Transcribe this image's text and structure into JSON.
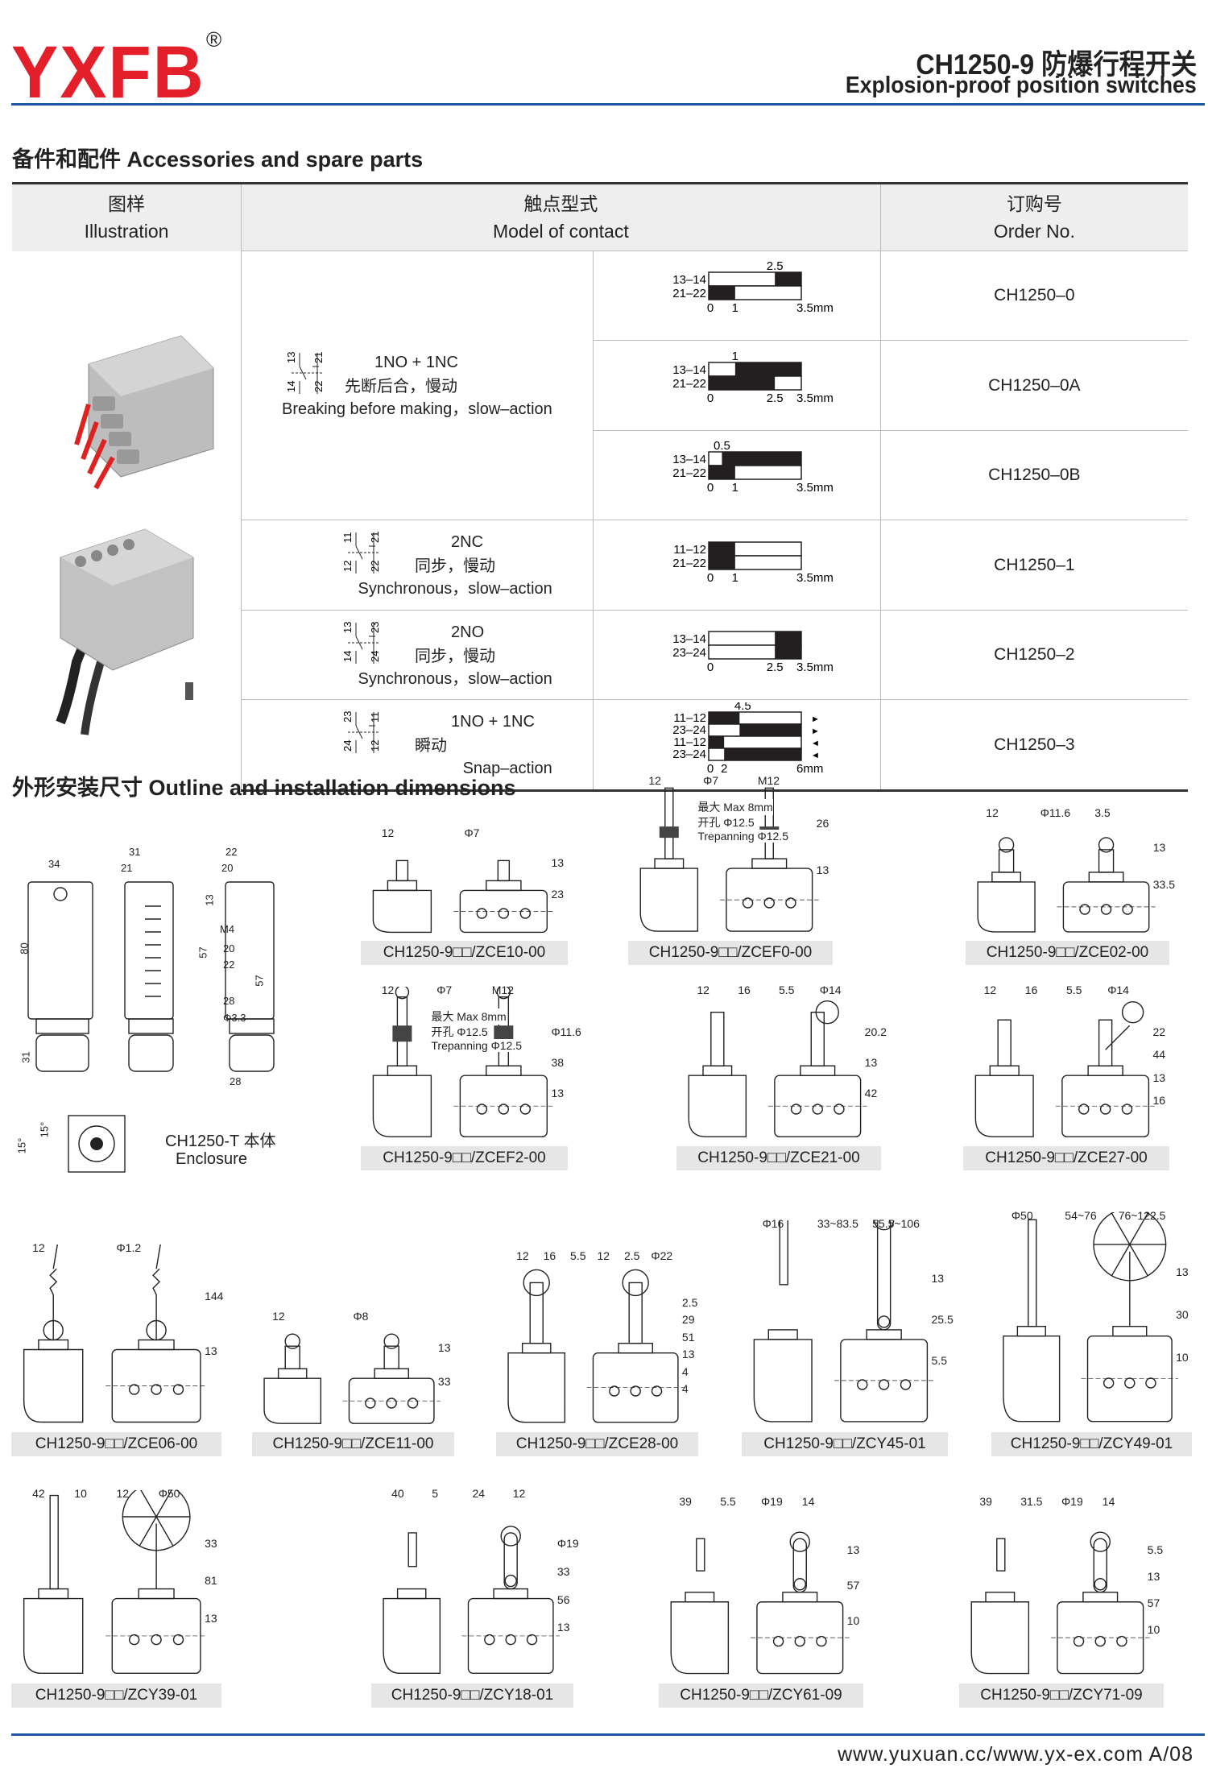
{
  "header": {
    "logo": "YXFB",
    "registered": "®",
    "title_cn": "CH1250-9  防爆行程开关",
    "title_en": "Explosion-proof position switches"
  },
  "accessories": {
    "title": "备件和配件  Accessories and spare parts",
    "columns": [
      {
        "cn": "图样",
        "en": "Illustration"
      },
      {
        "cn": "触点型式",
        "en": "Model of contact"
      },
      {
        "cn": "订购号",
        "en": "Order No."
      }
    ],
    "groups": [
      {
        "terminals": [
          "13",
          "21",
          "14",
          "22"
        ],
        "line1": "1NO + 1NC",
        "line2": "先断后合，慢动",
        "line3": "Breaking before making，slow–action"
      },
      {
        "terminals": [
          "11",
          "21",
          "12",
          "22"
        ],
        "line1": "2NC",
        "line2": "同步，慢动",
        "line3": "Synchronous，slow–action"
      },
      {
        "terminals": [
          "13",
          "23",
          "14",
          "24"
        ],
        "line1": "2NO",
        "line2": "同步，慢动",
        "line3": "Synchronous，slow–action"
      },
      {
        "terminals": [
          "23",
          "11",
          "24",
          "12"
        ],
        "line1": "1NO + 1NC",
        "line2": "瞬动",
        "line3": "Snap–action"
      }
    ],
    "rows": [
      {
        "order": "CH1250–0",
        "diagram": {
          "max": 3.5,
          "top": {
            "text": "2.5",
            "at": 2.5
          },
          "axis": [
            {
              "text": "0",
              "at": 0
            },
            {
              "text": "1",
              "at": 1
            },
            {
              "text": "3.5mm",
              "at": 3.5
            }
          ],
          "bars": [
            {
              "label": "13–14",
              "closed": [
                2.5,
                3.5
              ]
            },
            {
              "label": "21–22",
              "closed": [
                0,
                1
              ]
            }
          ]
        }
      },
      {
        "order": "CH1250–0A",
        "diagram": {
          "max": 3.5,
          "top": {
            "text": "1",
            "at": 1
          },
          "axis": [
            {
              "text": "0",
              "at": 0
            },
            {
              "text": "2.5",
              "at": 2.5
            },
            {
              "text": "3.5mm",
              "at": 3.5
            }
          ],
          "bars": [
            {
              "label": "13–14",
              "closed": [
                1,
                3.5
              ]
            },
            {
              "label": "21–22",
              "closed": [
                0,
                2.5
              ]
            }
          ]
        }
      },
      {
        "order": "CH1250–0B",
        "diagram": {
          "max": 3.5,
          "top": {
            "text": "0.5",
            "at": 0.5
          },
          "axis": [
            {
              "text": "0",
              "at": 0
            },
            {
              "text": "1",
              "at": 1
            },
            {
              "text": "3.5mm",
              "at": 3.5
            }
          ],
          "bars": [
            {
              "label": "13–14",
              "closed": [
                0.5,
                3.5
              ]
            },
            {
              "label": "21–22",
              "closed": [
                0,
                1
              ]
            }
          ]
        }
      },
      {
        "order": "CH1250–1",
        "diagram": {
          "max": 3.5,
          "axis": [
            {
              "text": "0",
              "at": 0
            },
            {
              "text": "1",
              "at": 1
            },
            {
              "text": "3.5mm",
              "at": 3.5
            }
          ],
          "bars": [
            {
              "label": "11–12",
              "closed": [
                0,
                1
              ]
            },
            {
              "label": "21–22",
              "closed": [
                0,
                1
              ]
            }
          ]
        }
      },
      {
        "order": "CH1250–2",
        "diagram": {
          "max": 3.5,
          "axis": [
            {
              "text": "0",
              "at": 0
            },
            {
              "text": "2.5",
              "at": 2.5
            },
            {
              "text": "3.5mm",
              "at": 3.5
            }
          ],
          "bars": [
            {
              "label": "13–14",
              "closed": [
                2.5,
                3.5
              ]
            },
            {
              "label": "23–24",
              "closed": [
                2.5,
                3.5
              ]
            }
          ]
        }
      },
      {
        "order": "CH1250–3",
        "diagram": {
          "max": 6,
          "top": {
            "text": "4.5",
            "at": 2
          },
          "axis": [
            {
              "text": "0",
              "at": 0
            },
            {
              "text": "2",
              "at": 1
            },
            {
              "text": "6mm",
              "at": 6
            }
          ],
          "bars": [
            {
              "label": "11–12",
              "closed": [
                0,
                2
              ],
              "arrow": "►"
            },
            {
              "label": "23–24",
              "closed": [
                2,
                6
              ],
              "arrow": "►"
            },
            {
              "label": "11–12",
              "closed": [
                0,
                1
              ],
              "arrow": "◄"
            },
            {
              "label": "23–24",
              "closed": [
                1,
                6
              ],
              "arrow": "◄"
            }
          ]
        }
      }
    ]
  },
  "outline": {
    "title": "外形安装尺寸  Outline and installation dimensions",
    "enclosure": {
      "label_cn": "CH1250-T 本体",
      "label_en": "Enclosure",
      "dims": [
        "34",
        "31",
        "21",
        "22",
        "20",
        "80",
        "57",
        "13",
        "31",
        "28",
        "M4",
        "20",
        "22",
        "57",
        "28",
        "Φ3.3",
        "15°",
        "15°"
      ]
    },
    "figures": [
      {
        "caption": "CH1250-9□□/ZCE10-00",
        "actuator": "plunger",
        "dims": [
          "12",
          "Φ7",
          "13",
          "23"
        ]
      },
      {
        "caption": "CH1250-9□□/ZCEF0-00",
        "actuator": "plunger-long",
        "dims": [
          "12",
          "Φ7",
          "M12",
          "最大  Max 8mm",
          "开孔  Φ12.5",
          "Trepanning  Φ12.5",
          "26",
          "13"
        ]
      },
      {
        "caption": "CH1250-9□□/ZCE02-00",
        "actuator": "dome",
        "dims": [
          "12",
          "Φ11.6",
          "3.5",
          "13",
          "33.5"
        ]
      },
      {
        "caption": "CH1250-9□□/ZCEF2-00",
        "actuator": "dome-long",
        "dims": [
          "12",
          "Φ7",
          "M12",
          "Φ11.6",
          "38",
          "13",
          "最大  Max 8mm",
          "开孔  Φ12.5",
          "Trepanning  Φ12.5"
        ]
      },
      {
        "caption": "CH1250-9□□/ZCE21-00",
        "actuator": "roller",
        "dims": [
          "12",
          "16",
          "5.5",
          "Φ14",
          "20.2",
          "13",
          "42"
        ]
      },
      {
        "caption": "CH1250-9□□/ZCE27-00",
        "actuator": "roller-lever",
        "dims": [
          "12",
          "16",
          "5.5",
          "Φ14",
          "22",
          "44",
          "13",
          "16"
        ]
      },
      {
        "caption": "CH1250-9□□/ZCE06-00",
        "actuator": "spring-rod",
        "dims": [
          "12",
          "Φ1.2",
          "144",
          "13"
        ]
      },
      {
        "caption": "CH1250-9□□/ZCE11-00",
        "actuator": "dome",
        "dims": [
          "12",
          "Φ8",
          "13",
          "33"
        ]
      },
      {
        "caption": "CH1250-9□□/ZCE28-00",
        "actuator": "cross-roller",
        "dims": [
          "12",
          "16",
          "5.5",
          "12",
          "2.5",
          "Φ22",
          "2.5",
          "29",
          "51",
          "13",
          "4",
          "4"
        ]
      },
      {
        "caption": "CH1250-9□□/ZCY45-01",
        "actuator": "lever",
        "dims": [
          "Φ16",
          "33~83.5",
          "55.5~106",
          "13",
          "25.5",
          "5.5"
        ]
      },
      {
        "caption": "CH1250-9□□/ZCY49-01",
        "actuator": "wheel-lever",
        "dims": [
          "Φ50",
          "54~76",
          "76~122.5",
          "13",
          "30",
          "10"
        ]
      },
      {
        "caption": "CH1250-9□□/ZCY39-01",
        "actuator": "wheel",
        "dims": [
          "42",
          "10",
          "12",
          "Φ50",
          "33",
          "81",
          "13"
        ]
      },
      {
        "caption": "CH1250-9□□/ZCY18-01",
        "actuator": "short-lever",
        "dims": [
          "40",
          "5",
          "24",
          "12",
          "Φ19",
          "33",
          "56",
          "13"
        ]
      },
      {
        "caption": "CH1250-9□□/ZCY61-09",
        "actuator": "angle-lever",
        "dims": [
          "39",
          "5.5",
          "Φ19",
          "14",
          "13",
          "57",
          "10"
        ]
      },
      {
        "caption": "CH1250-9□□/ZCY71-09",
        "actuator": "angle-lever",
        "dims": [
          "39",
          "31.5",
          "Φ19",
          "14",
          "5.5",
          "13",
          "57",
          "10"
        ]
      }
    ]
  },
  "footer": {
    "text": "www.yuxuan.cc/www.yx-ex.com  A/08"
  },
  "colors": {
    "brand_red": "#e3202a",
    "rule_blue": "#1d57a6",
    "header_gray": "#eeeeee",
    "caption_gray": "#e6e6e6"
  }
}
